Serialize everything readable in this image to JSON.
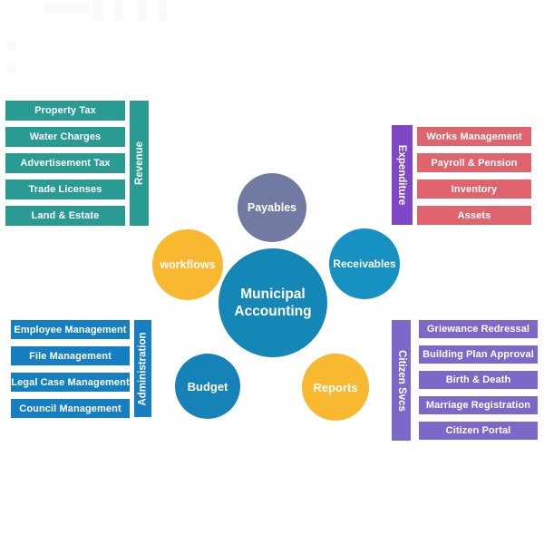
{
  "diagram_title": "Municipal Accounting",
  "colors": {
    "teal": "#2a9b93",
    "blue": "#157fc1",
    "red": "#e0646e",
    "violet": "#7f46c5",
    "purple": "#7c68c8",
    "yellow": "#f8b830",
    "slate": "#707aa2",
    "hub_blue": "#1487b6",
    "receivables_blue": "#1691c2",
    "budget_blue": "#1683b8"
  },
  "panels": {
    "revenue": {
      "label": "Revenue",
      "items": [
        "Property Tax",
        "Water Charges",
        "Advertisement Tax",
        "Trade Licenses",
        "Land & Estate"
      ]
    },
    "expenditure": {
      "label": "Expenditure",
      "items": [
        "Works Management",
        "Payroll & Pension",
        "Inventory",
        "Assets"
      ]
    },
    "administration": {
      "label": "Administration",
      "items": [
        "Employee Management",
        "File Management",
        "Legal Case Management",
        "Council Management"
      ]
    },
    "citizen_svcs": {
      "label": "Citizen Svcs",
      "items": [
        "Griewance Redressal",
        "Building Plan Approval",
        "Birth & Death",
        "Marriage Registration",
        "Citizen Portal"
      ]
    }
  },
  "circles": {
    "center_line1": "Municipal",
    "center_line2": "Accounting",
    "payables": "Payables",
    "receivables": "Receivables",
    "workflows": "workflows",
    "budget": "Budget",
    "reports": "Reports"
  }
}
